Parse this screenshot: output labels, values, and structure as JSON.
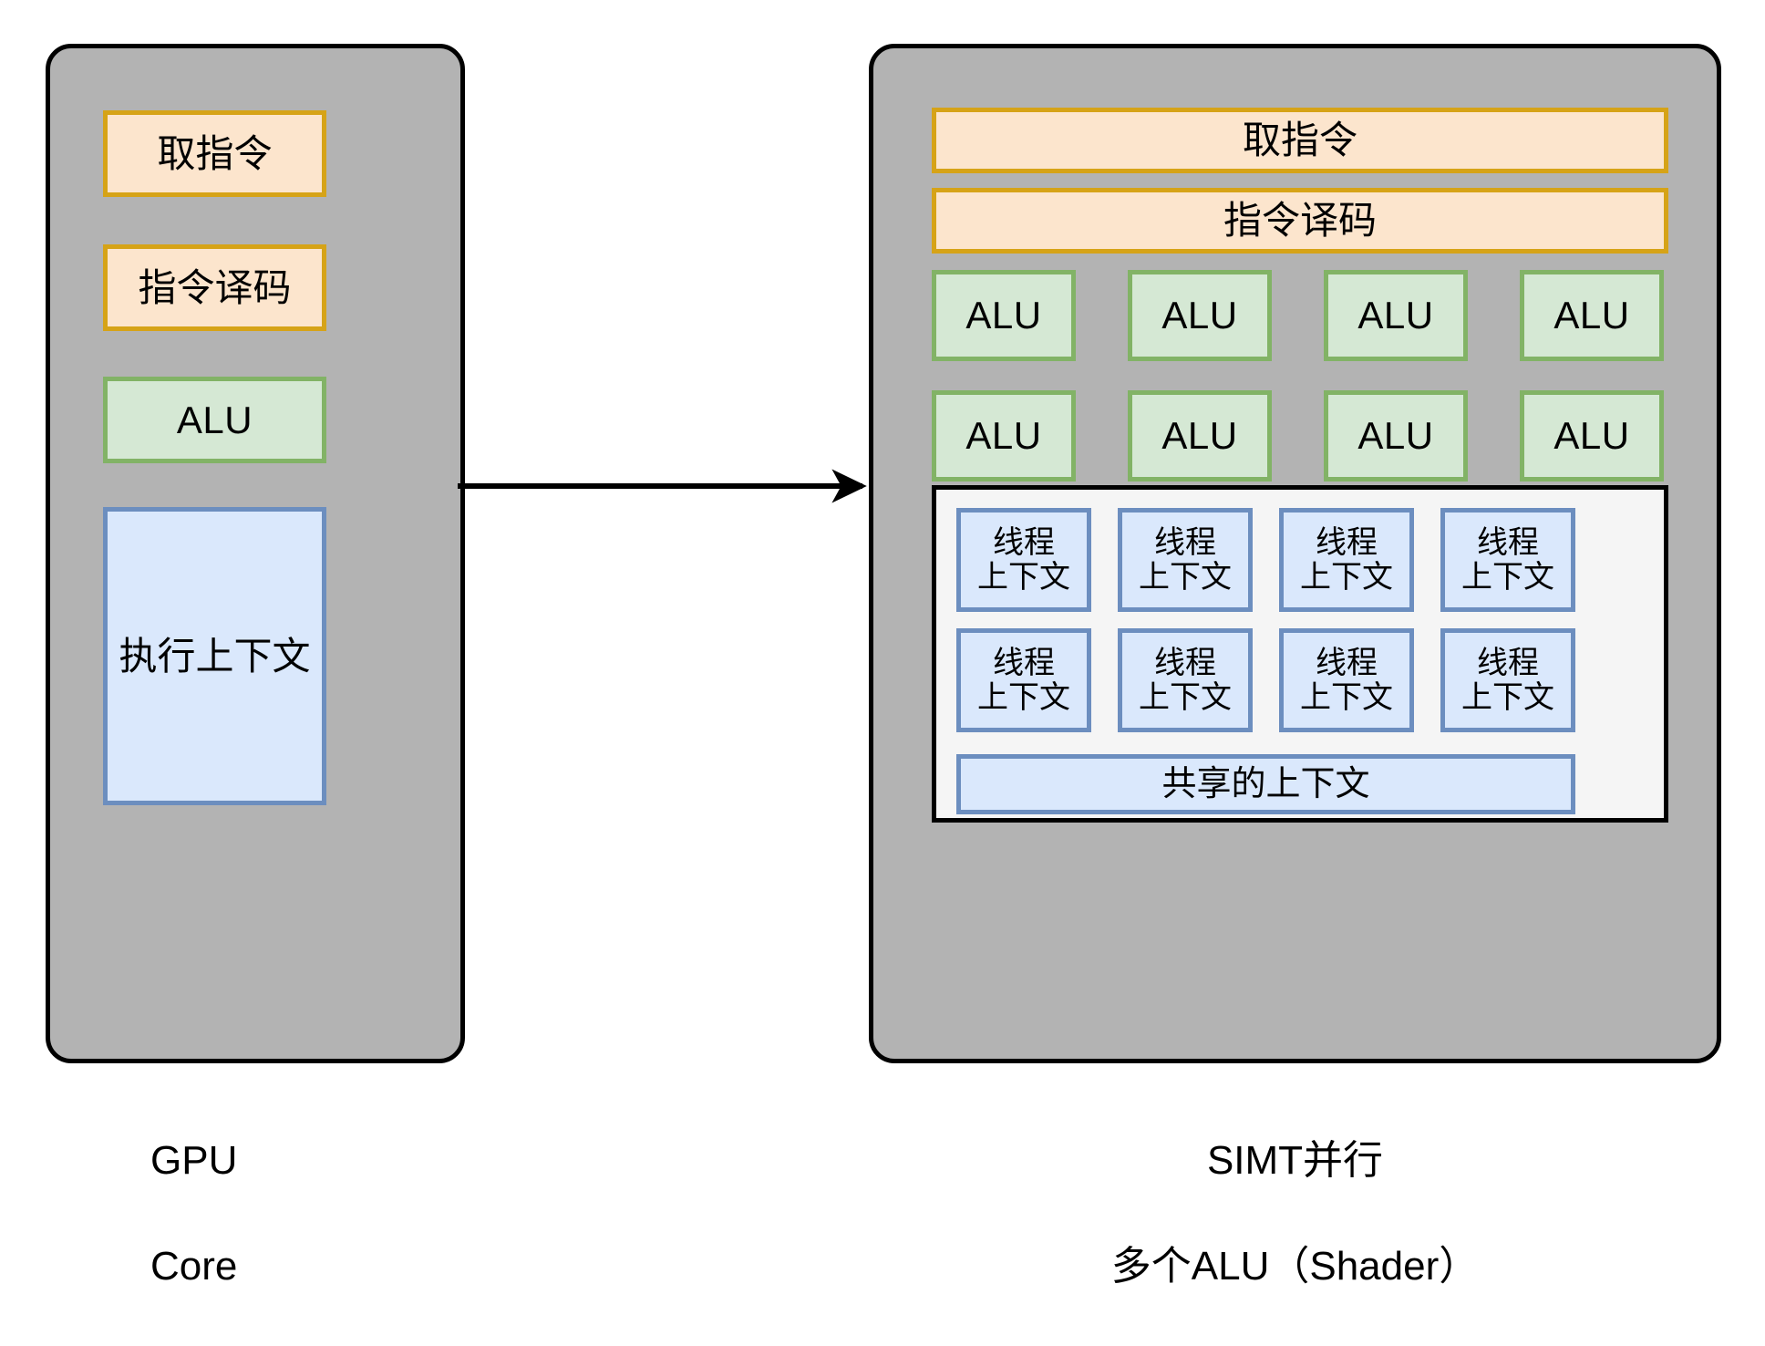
{
  "diagram": {
    "title": "GPU Core vs SIMT Parallel Shader",
    "colors": {
      "panel_fill": "#b3b3b3",
      "panel_border": "#000000",
      "orange_fill": "#fce5cd",
      "orange_border": "#d6a317",
      "green_fill": "#d5e8d4",
      "green_border": "#82b366",
      "blue_fill": "#dae8fc",
      "blue_border": "#6c8ebf",
      "container_fill": "#f5f5f5",
      "background": "#ffffff",
      "arrow": "#000000"
    }
  },
  "left_core": {
    "fetch_label": "取指令",
    "decode_label": "指令译码",
    "alu_label": "ALU",
    "exec_context_label": "执行上下文",
    "caption_line1": "GPU",
    "caption_line2": "Core"
  },
  "right_simt": {
    "fetch_label": "取指令",
    "decode_label": "指令译码",
    "alu_rows": [
      [
        "ALU",
        "ALU",
        "ALU",
        "ALU"
      ],
      [
        "ALU",
        "ALU",
        "ALU",
        "ALU"
      ]
    ],
    "thread_context_rows": [
      [
        {
          "line1": "线程",
          "line2": "上下文"
        },
        {
          "line1": "线程",
          "line2": "上下文"
        },
        {
          "line1": "线程",
          "line2": "上下文"
        },
        {
          "line1": "线程",
          "line2": "上下文"
        }
      ],
      [
        {
          "line1": "线程",
          "line2": "上下文"
        },
        {
          "line1": "线程",
          "line2": "上下文"
        },
        {
          "line1": "线程",
          "line2": "上下文"
        },
        {
          "line1": "线程",
          "line2": "上下文"
        }
      ]
    ],
    "shared_context_label": "共享的上下文",
    "caption_line1": "SIMT并行",
    "caption_line2": "多个ALU（Shader）"
  },
  "arrow": {
    "name": "flow-arrow",
    "direction": "left-to-right"
  }
}
